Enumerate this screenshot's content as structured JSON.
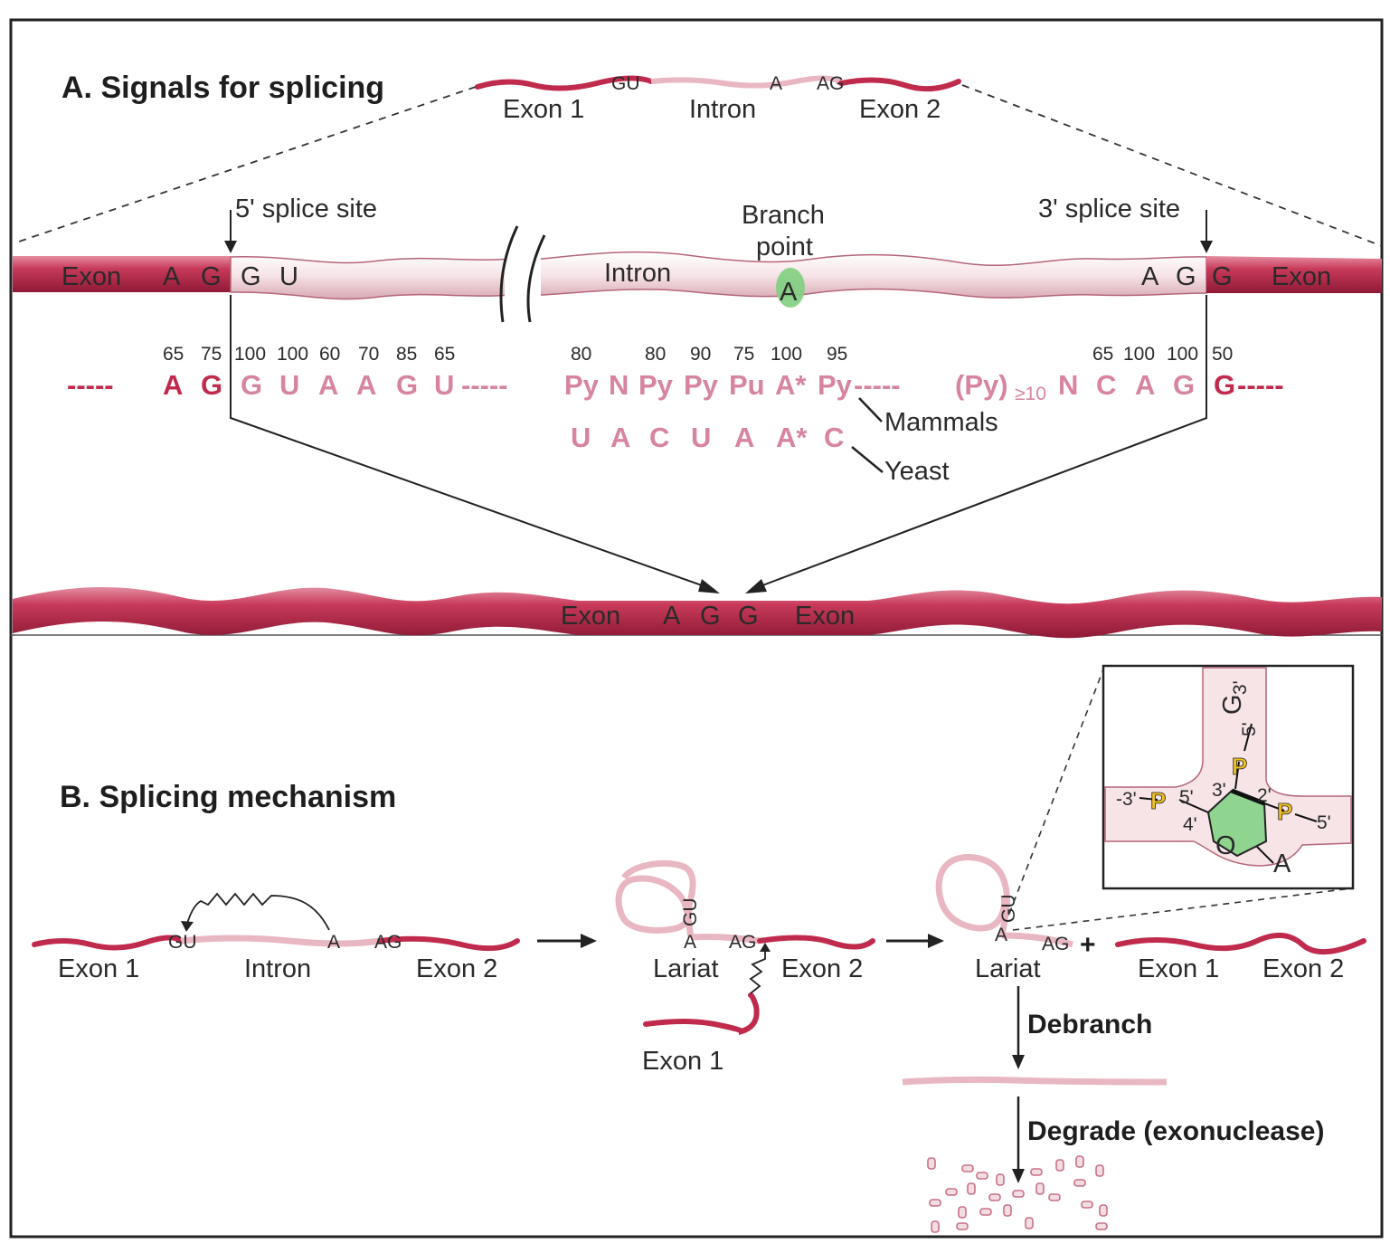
{
  "panel_a": {
    "title": "A. Signals for splicing",
    "mini": {
      "gu": "GU",
      "a": "A",
      "ag": "AG",
      "exon1": "Exon 1",
      "intron": "Intron",
      "exon2": "Exon 2"
    },
    "five_prime_site": "5' splice site",
    "three_prime_site": "3' splice site",
    "branch_line1": "Branch",
    "branch_line2": "point",
    "tube": {
      "exon_left": "Exon",
      "a1": "A",
      "g1": "G",
      "g2": "G",
      "u": "U",
      "intron": "Intron",
      "branch_a": "A",
      "a2": "A",
      "g3": "G",
      "g4": "G",
      "exon_right": "Exon"
    },
    "percentages": [
      "65",
      "75",
      "100",
      "100",
      "60",
      "70",
      "85",
      "65",
      "80",
      "80",
      "90",
      "75",
      "100",
      "95",
      "65",
      "100",
      "100",
      "50"
    ],
    "consensus": [
      "A",
      "G",
      "G",
      "U",
      "A",
      "A",
      "G",
      "U",
      "Py",
      "N",
      "Py",
      "Py",
      "Pu",
      "A*",
      "Py",
      "(Py)",
      "≥10",
      "N",
      "C",
      "A",
      "G",
      "G"
    ],
    "dashes": "-----",
    "yeast": [
      "U",
      "A",
      "C",
      "U",
      "A",
      "A*",
      "C"
    ],
    "mammals_label": "Mammals",
    "yeast_label": "Yeast",
    "spliced": {
      "exon_left": "Exon",
      "a": "A",
      "g1": "G",
      "g2": "G",
      "exon_right": "Exon"
    }
  },
  "panel_b": {
    "title": "B. Splicing mechanism",
    "pre": {
      "gu": "GU",
      "a": "A",
      "ag": "AG",
      "exon1": "Exon 1",
      "intron": "Intron",
      "exon2": "Exon 2"
    },
    "step2": {
      "gu": "GU",
      "a": "A",
      "ag": "AG",
      "lariat": "Lariat",
      "exon2": "Exon 2",
      "exon1": "Exon 1"
    },
    "step3": {
      "gu": "GU",
      "a": "A",
      "ag": "AG",
      "lariat": "Lariat",
      "plus": "+",
      "exon1": "Exon 1",
      "exon2": "Exon 2"
    },
    "debranch": "Debranch",
    "degrade": "Degrade (exonuclease)",
    "inset": {
      "p": "P",
      "g3": "G",
      "three_sub": "3'",
      "five_g": "5'",
      "three_top": "3'",
      "two_prime": "2'",
      "four_prime": "4'",
      "five_l": "5'",
      "three_l": "-3'",
      "five_r": "5'",
      "o": "O",
      "a": "A"
    }
  },
  "colors": {
    "exon": "#c02a4c",
    "intron": "#f2dde0",
    "sequence": "#d06a8c",
    "sequence_strong": "#c02a4c",
    "branch": "#7fcf7f",
    "phosphate": "#f0c020"
  }
}
